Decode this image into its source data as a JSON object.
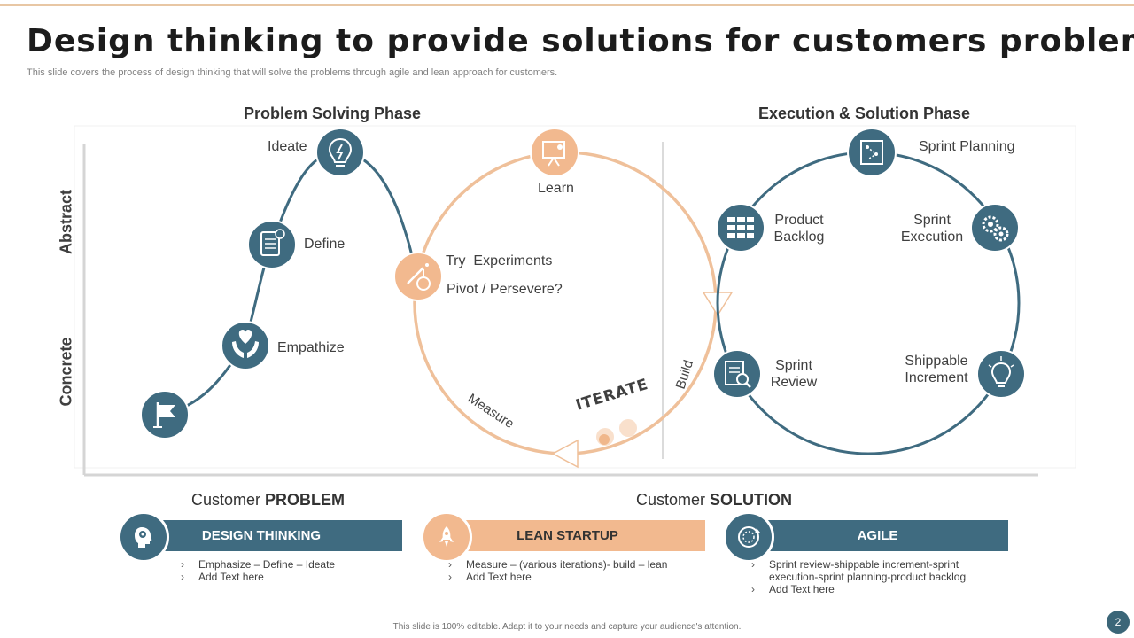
{
  "slide": {
    "title": "Design thinking to provide solutions for customers problems",
    "subtitle": "This slide covers the process of design thinking that will solve the problems through agile and lean approach for customers.",
    "footer": "This slide is 100% editable.  Adapt it to your needs and capture your audience's attention.",
    "page_number": "2"
  },
  "phases": {
    "left": "Problem Solving Phase",
    "right": "Execution & Solution Phase"
  },
  "axis": {
    "abstract": "Abstract",
    "concrete": "Concrete"
  },
  "problem_steps": {
    "ideate": "Ideate",
    "define": "Define",
    "empathize": "Empathize"
  },
  "iterate_loop": {
    "learn": "Learn",
    "try": "Try  Experiments",
    "pivot": "Pivot / Persevere?",
    "measure": "Measure",
    "iterate": "ITERATE",
    "build": "Build"
  },
  "execution_steps": {
    "sprint_planning": "Sprint Planning",
    "product_backlog": [
      "Product",
      "Backlog"
    ],
    "sprint_execution": [
      "Sprint",
      "Execution"
    ],
    "sprint_review": [
      "Sprint",
      "Review"
    ],
    "shippable_increment": [
      "Shippable",
      "Increment"
    ]
  },
  "customer": {
    "problem_prefix": "Customer",
    "problem_bold": "PROBLEM",
    "solution_prefix": "Customer",
    "solution_bold": "SOLUTION"
  },
  "approaches": [
    {
      "label": "DESIGN THINKING",
      "icon": "head-gears-icon",
      "bullets": [
        "Emphasize – Define – Ideate",
        "Add Text here"
      ]
    },
    {
      "label": "LEAN STARTUP",
      "icon": "rocket-icon",
      "bullets": [
        "Measure – (various iterations)- build – lean",
        "Add Text here"
      ]
    },
    {
      "label": "AGILE",
      "icon": "agile-cycle-icon",
      "bullets": [
        "Sprint review-shippable increment-sprint execution-sprint planning-product backlog",
        "Add Text here"
      ]
    }
  ],
  "colors": {
    "blue": "#3f6b80",
    "peach": "#f2b98f",
    "line_peach": "#efc09a"
  }
}
